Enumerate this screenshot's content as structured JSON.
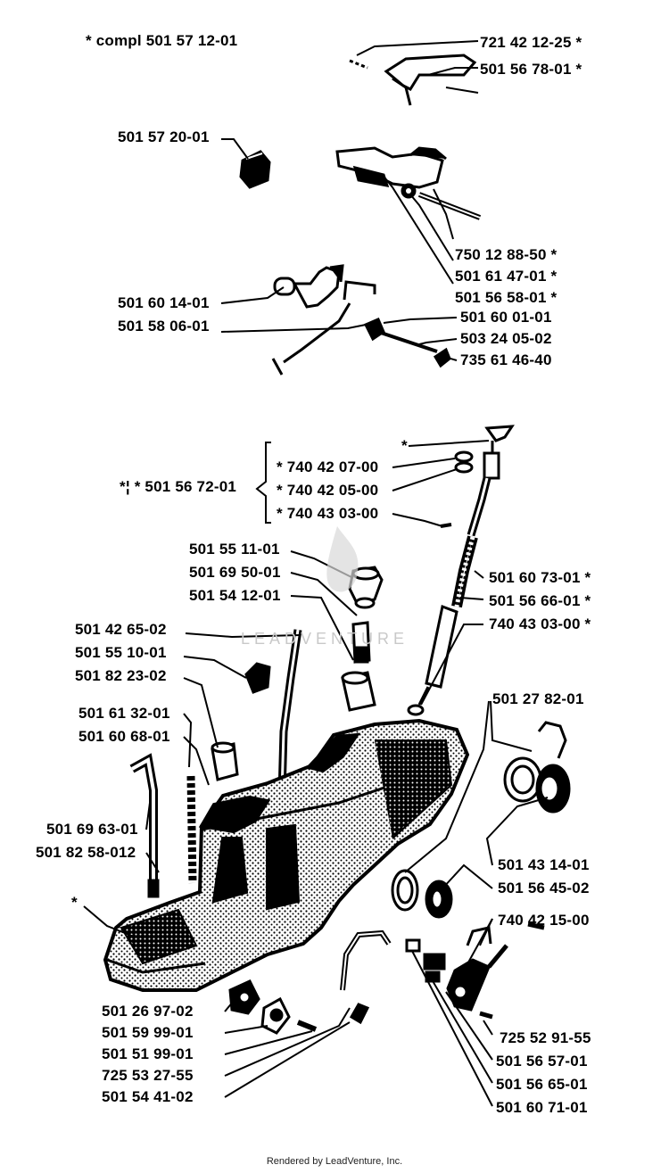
{
  "header": {
    "note": "*  compl 501 57 12-01"
  },
  "labels": {
    "l1": "721 42 12-25  *",
    "l2": "501 56 78-01  *",
    "l3": "501 57 20-01",
    "l4": "750 12 88-50  *",
    "l5": "501 61 47-01  *",
    "l6": "501 56 58-01  *",
    "l7": "501 60 14-01",
    "l8": "501 58 06-01",
    "l9": "501 60 01-01",
    "l10": "503 24 05-02",
    "l11": "735 61 46-40",
    "l12": "*",
    "l13": "*¦ *  501 56 72-01",
    "l14": "*  740 42 07-00",
    "l15": "*  740 42 05-00",
    "l16": "*  740 43 03-00",
    "l17": "501 55 11-01",
    "l18": "501 69 50-01",
    "l19": "501 54 12-01",
    "l20": "501 60 73-01  *",
    "l21": "501 56 66-01  *",
    "l22": "740 43 03-00  *",
    "l23": "501 42 65-02",
    "l24": "501 55 10-01",
    "l25": "501 82 23-02",
    "l26": "501 27 82-01",
    "l27": "501 61 32-01",
    "l28": "501 60 68-01",
    "l29": "501 69 63-01",
    "l30": "501 82 58-012",
    "l31": "*",
    "l32": "501 43 14-01",
    "l33": "501 56 45-02",
    "l34": "740 42 15-00",
    "l35": "501 26 97-02",
    "l36": "501 59 99-01",
    "l37": "501 51 99-01",
    "l38": "725 53 27-55",
    "l39": "501 54 41-02",
    "l40": "725 52 91-55",
    "l41": "501 56 57-01",
    "l42": "501 56 65-01",
    "l43": "501 60 71-01"
  },
  "watermark": "LEADVENTURE",
  "footer": "Rendered by LeadVenture, Inc."
}
